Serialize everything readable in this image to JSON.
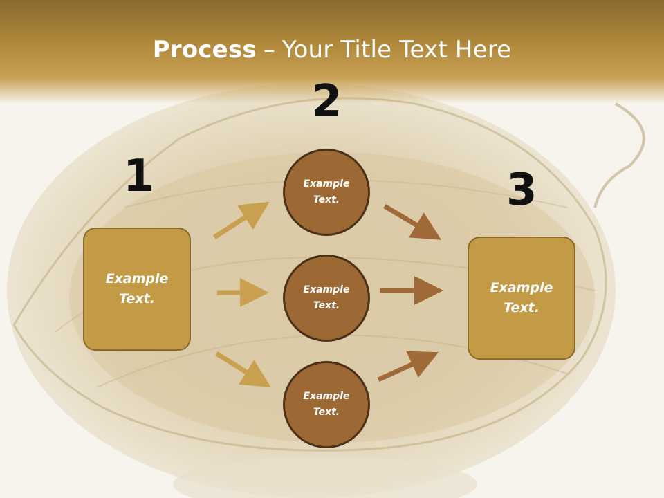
{
  "slide": {
    "title_strong": "Process",
    "title_separator": "–",
    "title_rest": "Your Title Text Here"
  },
  "colors": {
    "title_band": "#b28a3c",
    "box_fill": "#c39b46",
    "circle_fill": "#9c6833",
    "arrow_left": "#c9a050",
    "arrow_right": "#a06a38"
  },
  "steps": [
    {
      "number": "1",
      "label": "Example\nText."
    },
    {
      "number": "2",
      "labels": [
        "Example\nText.",
        "Example\nText.",
        "Example\nText."
      ]
    },
    {
      "number": "3",
      "label": "Example\nText."
    }
  ]
}
